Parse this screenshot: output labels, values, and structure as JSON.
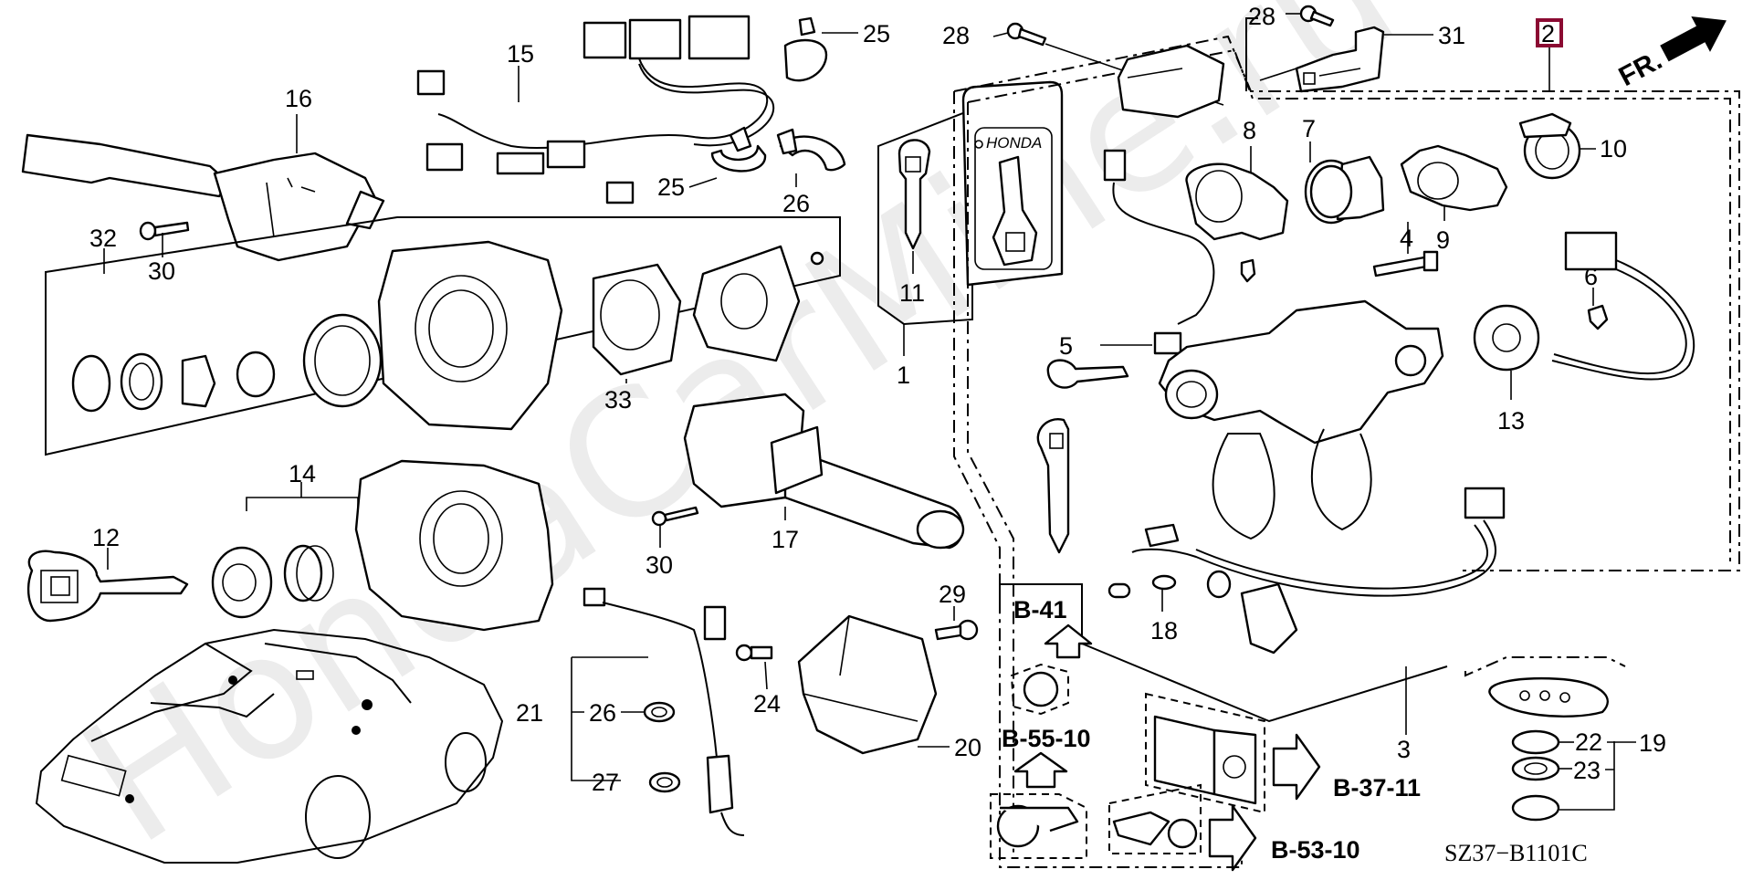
{
  "diagram": {
    "title": "Combination Switch / Key Cylinder Set parts diagram",
    "watermark": "HondaCarMine.ru",
    "highlighted_part": "2",
    "highlight_color": "#8b0a32",
    "direction_indicator": "FR.",
    "drawing_code": "SZ37−B1101C",
    "part_labels": [
      "1",
      "2",
      "3",
      "4",
      "5",
      "6",
      "7",
      "8",
      "9",
      "10",
      "11",
      "12",
      "13",
      "14",
      "15",
      "16",
      "17",
      "18",
      "19",
      "20",
      "21",
      "22",
      "23",
      "24",
      "25",
      "25",
      "26",
      "26",
      "27",
      "28",
      "28",
      "29",
      "30",
      "30",
      "31",
      "32",
      "33"
    ],
    "reference_labels": [
      "B-41",
      "B-55-10",
      "B-37-11",
      "B-53-10"
    ],
    "card_brand": "HONDA"
  }
}
